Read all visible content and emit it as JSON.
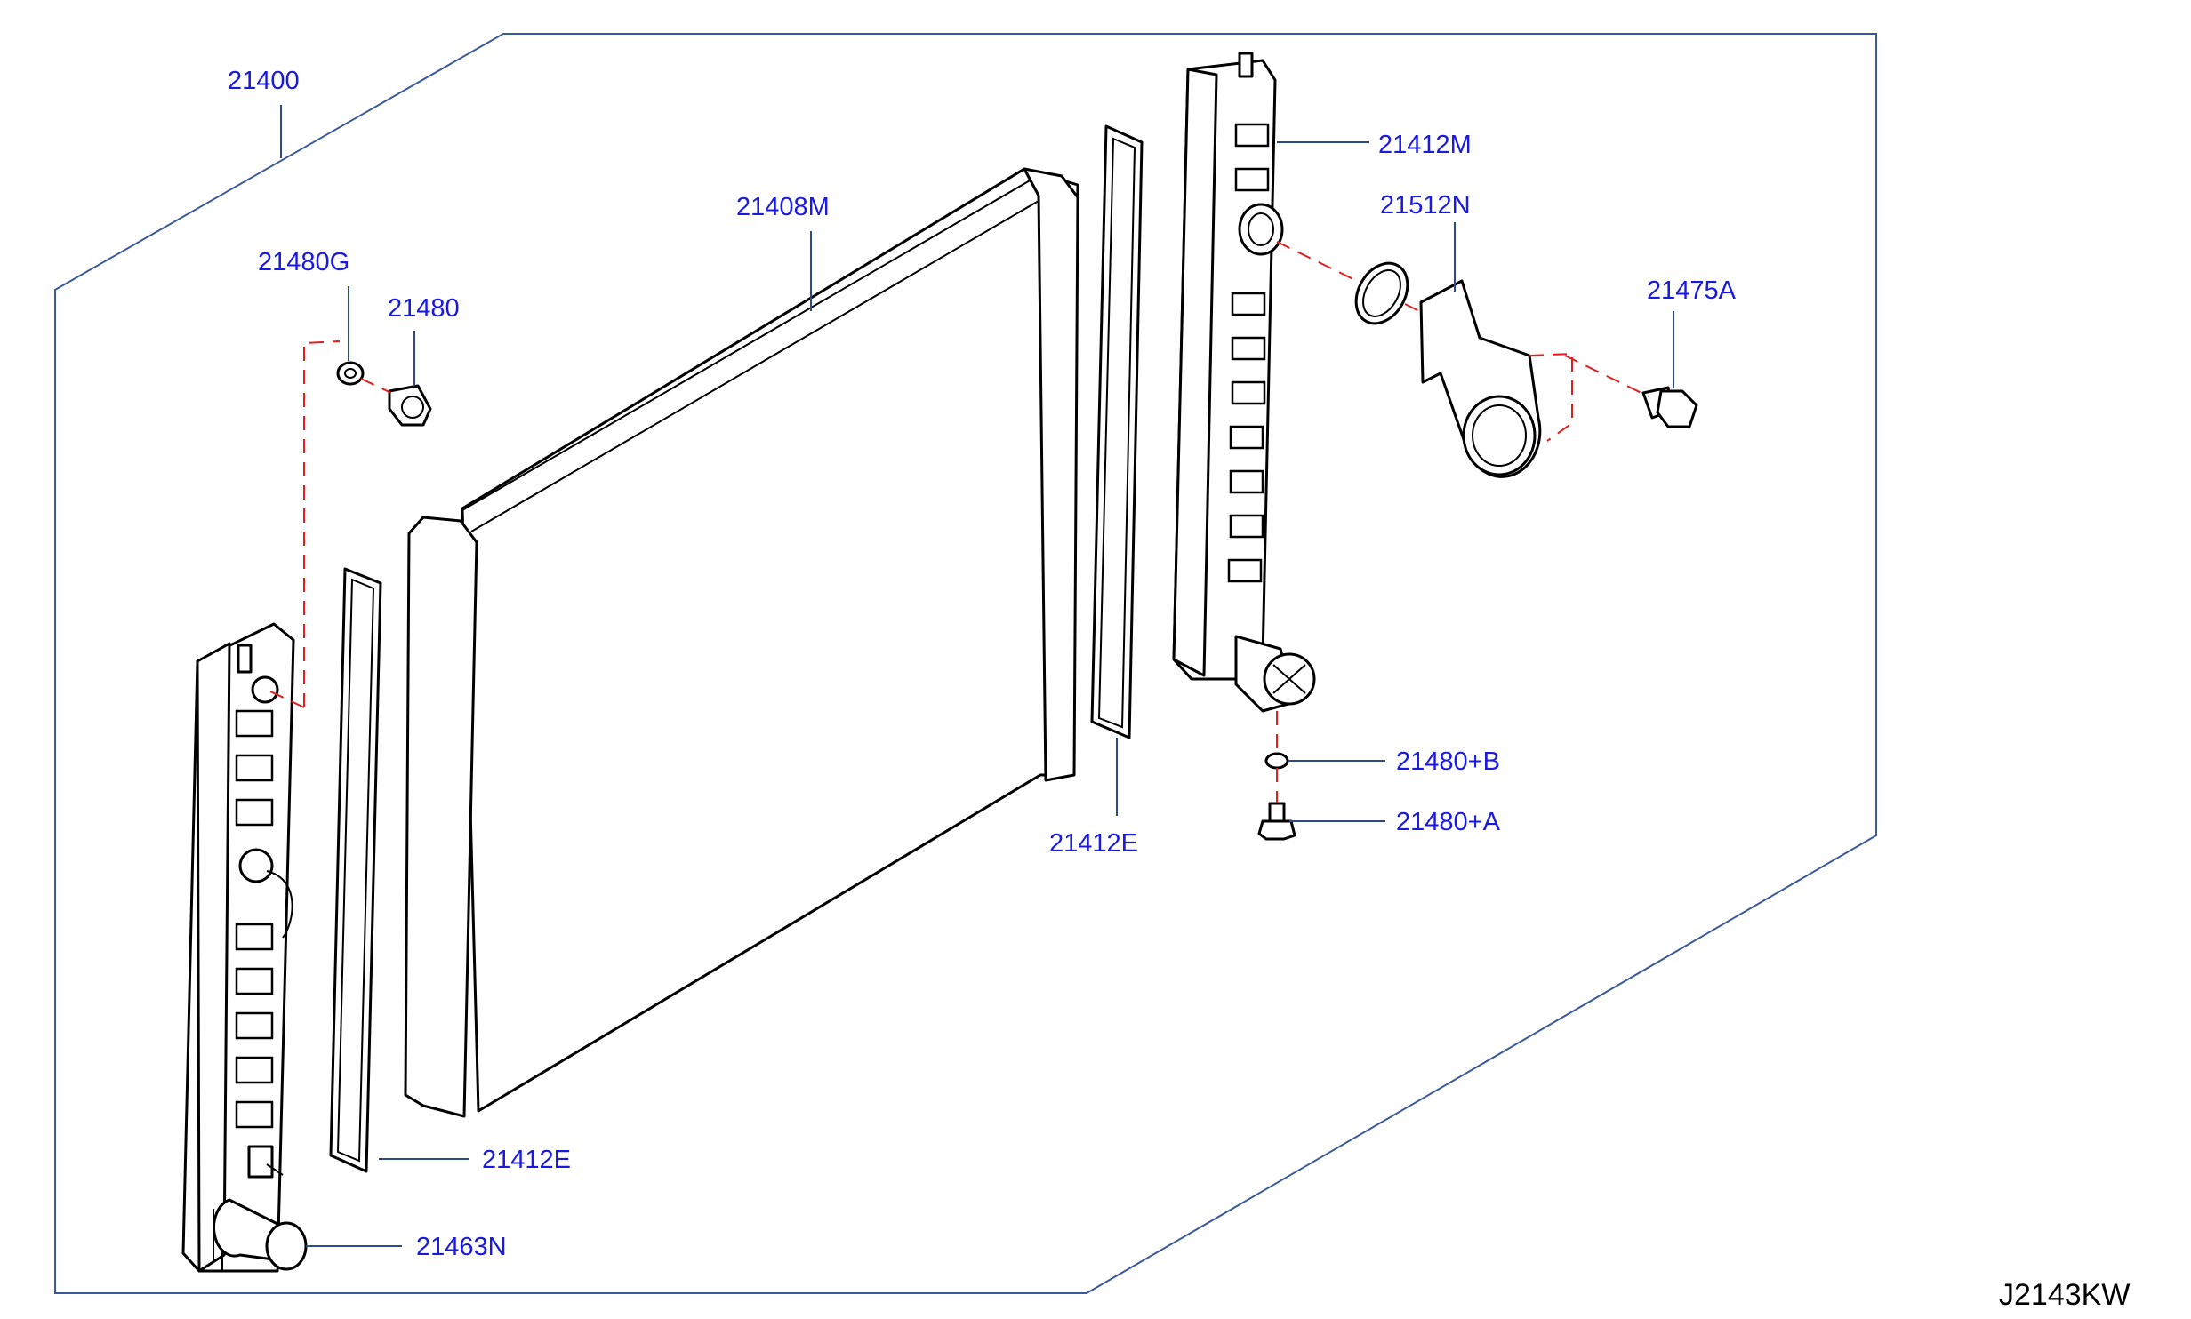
{
  "diagram_code": "J2143KW",
  "parts": {
    "assembly": "21400",
    "core": "21408M",
    "seal_upper": "21412E",
    "seal_lower": "21412E",
    "tank_right": "21412M",
    "water_outlet": "21512N",
    "bolt": "21475A",
    "seal_washer_left": "21480G",
    "drain_plug_left": "21480",
    "seal_washer_right": "21480+B",
    "drain_plug_right": "21480+A",
    "drain_cock": "21463N"
  },
  "colors": {
    "label": "#1a1adc",
    "frame": "#3a5a9a",
    "dashed_line": "#e02020",
    "part_outline": "#000000"
  }
}
